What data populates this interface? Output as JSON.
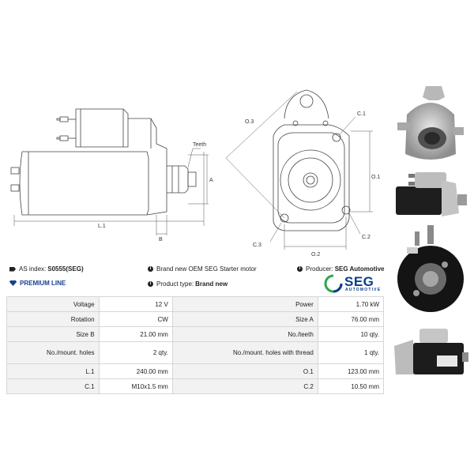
{
  "drawing": {
    "side_labels": {
      "teeth": "Teeth",
      "a": "A",
      "l1": "L.1",
      "b": "B"
    },
    "front_labels": {
      "o3": "O.3",
      "c1": "C.1",
      "o1": "O.1",
      "c2": "C.2",
      "c3": "C.3",
      "o2": "O.2"
    }
  },
  "info": {
    "as_index_label": "AS index:",
    "as_index_value": "S0555(SEG)",
    "brand_text": "Brand new OEM SEG Starter motor",
    "producer_label": "Producer:",
    "producer_value": "SEG Automotive",
    "premium_line": "PREMIUM LINE",
    "product_type_label": "Product type:",
    "product_type_value": "Brand new"
  },
  "logo": {
    "name": "SEG",
    "sub": "AUTOMOTIVE",
    "color": "#0b3c8c"
  },
  "specs": [
    [
      "Voltage",
      "12 V",
      "Power",
      "1.70 kW"
    ],
    [
      "Rotation",
      "CW",
      "Size A",
      "76.00 mm"
    ],
    [
      "Size B",
      "21.00 mm",
      "No./teeth",
      "10 qty."
    ],
    [
      "No./mount. holes",
      "2 qty.",
      "No./mount. holes with thread",
      "1 qty."
    ],
    [
      "L.1",
      "240.00 mm",
      "O.1",
      "123.00 mm"
    ],
    [
      "C.1",
      "M10x1.5 mm",
      "C.2",
      "10.50 mm"
    ]
  ]
}
